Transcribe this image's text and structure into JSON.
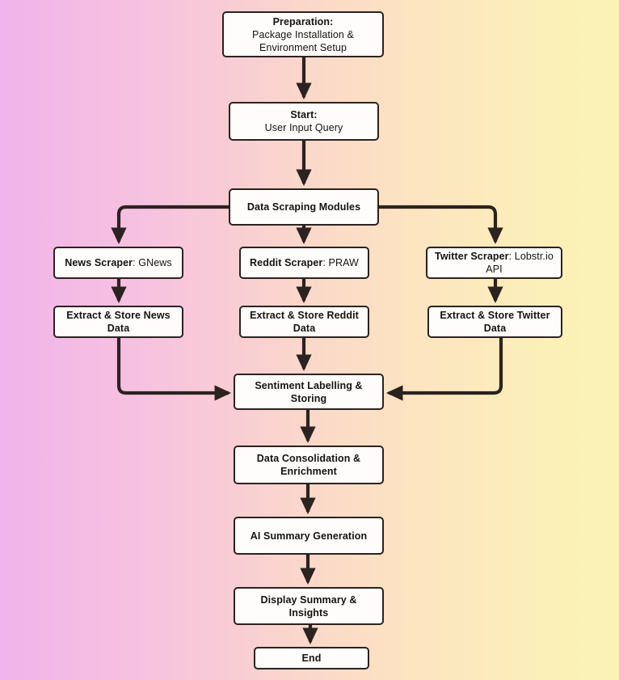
{
  "diagram": {
    "title": "Sentiment Analysis Pipeline Flowchart",
    "type": "flowchart",
    "direction": "top-to-bottom",
    "background": {
      "from": "#f0b3ec",
      "to": "#faf3b5",
      "direction": "left-to-right"
    },
    "node_style": {
      "fill": "#fffdfb",
      "stroke": "#2b2320",
      "text": "#16120f"
    }
  },
  "nodes": {
    "preparation": {
      "bold": "Preparation:",
      "rest": "\nPackage Installation &\nEnvironment Setup"
    },
    "start": {
      "bold": "Start:",
      "rest": "\nUser Input Query"
    },
    "data_scraping_modules": {
      "bold": "Data Scraping Modules",
      "rest": ""
    },
    "news_scraper": {
      "bold": "News Scraper",
      "rest": ": GNews"
    },
    "reddit_scraper": {
      "bold": "Reddit Scraper",
      "rest": ": PRAW"
    },
    "twitter_scraper": {
      "bold": "Twitter Scraper",
      "rest": ": Lobstr.io API"
    },
    "extract_news": {
      "bold": "Extract & Store News Data",
      "rest": ""
    },
    "extract_reddit": {
      "bold": "Extract & Store Reddit Data",
      "rest": ""
    },
    "extract_twitter": {
      "bold": "Extract & Store Twitter Data",
      "rest": ""
    },
    "sentiment": {
      "bold": "Sentiment Labelling & Storing",
      "rest": ""
    },
    "consolidation": {
      "bold": "Data Consolidation &\nEnrichment",
      "rest": ""
    },
    "ai_summary": {
      "bold": "AI Summary Generation",
      "rest": ""
    },
    "display": {
      "bold": "Display Summary & Insights",
      "rest": ""
    },
    "end": {
      "bold": "End",
      "rest": ""
    }
  },
  "edges": [
    {
      "from": "preparation",
      "to": "start",
      "shape": "straight-down"
    },
    {
      "from": "start",
      "to": "data_scraping_modules",
      "shape": "straight-down"
    },
    {
      "from": "data_scraping_modules",
      "to": "news_scraper",
      "shape": "elbow-left-down"
    },
    {
      "from": "data_scraping_modules",
      "to": "reddit_scraper",
      "shape": "straight-down"
    },
    {
      "from": "data_scraping_modules",
      "to": "twitter_scraper",
      "shape": "elbow-right-down"
    },
    {
      "from": "news_scraper",
      "to": "extract_news",
      "shape": "straight-down"
    },
    {
      "from": "reddit_scraper",
      "to": "extract_reddit",
      "shape": "straight-down"
    },
    {
      "from": "twitter_scraper",
      "to": "extract_twitter",
      "shape": "straight-down"
    },
    {
      "from": "extract_news",
      "to": "sentiment",
      "shape": "elbow-down-right"
    },
    {
      "from": "extract_reddit",
      "to": "sentiment",
      "shape": "straight-down"
    },
    {
      "from": "extract_twitter",
      "to": "sentiment",
      "shape": "elbow-down-left"
    },
    {
      "from": "sentiment",
      "to": "consolidation",
      "shape": "straight-down"
    },
    {
      "from": "consolidation",
      "to": "ai_summary",
      "shape": "straight-down"
    },
    {
      "from": "ai_summary",
      "to": "display",
      "shape": "straight-down"
    },
    {
      "from": "display",
      "to": "end",
      "shape": "straight-down"
    }
  ]
}
